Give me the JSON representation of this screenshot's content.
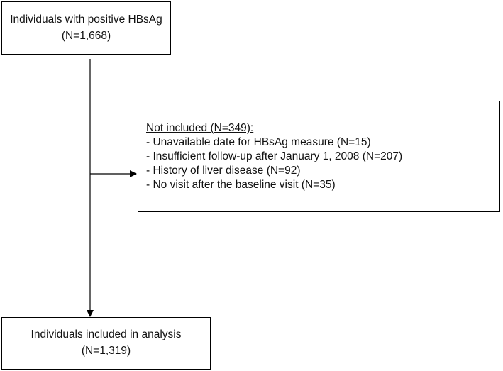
{
  "top_box": {
    "line1": "Individuals with positive HBsAg",
    "line2": "(N=1,668)"
  },
  "exclusion_box": {
    "heading": "Not included (N=349):",
    "items": [
      "- Unavailable date for HBsAg measure (N=15)",
      "- Insufficient follow-up after January 1, 2008 (N=207)",
      "- History of liver disease (N=92)",
      "- No visit after the baseline visit (N=35)"
    ]
  },
  "bottom_box": {
    "line1": "Individuals included in analysis",
    "line2": "(N=1,319)"
  }
}
